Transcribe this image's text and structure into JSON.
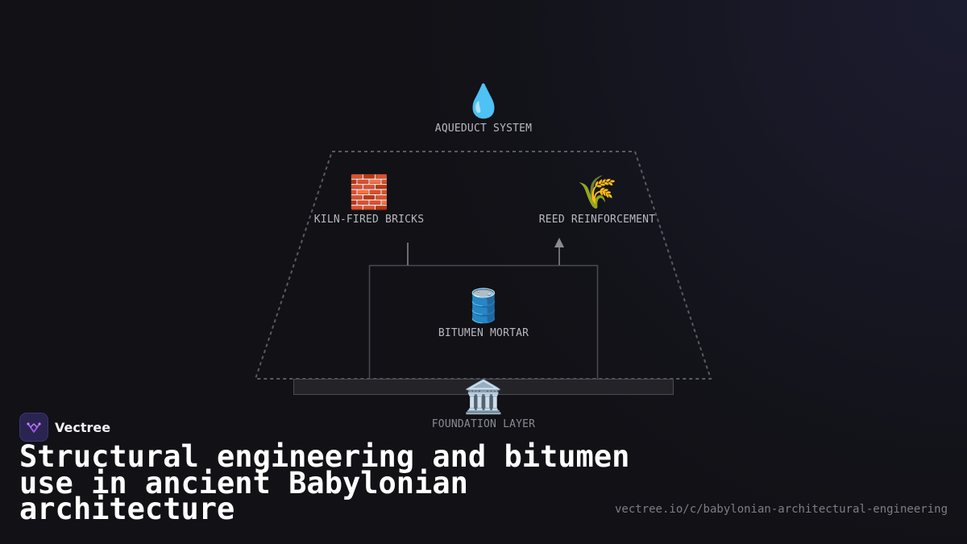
{
  "diagram": {
    "nodes": {
      "aqueduct": {
        "icon": "💧",
        "icon_name": "water-drop-icon",
        "label": "AQUEDUCT SYSTEM"
      },
      "bricks": {
        "icon": "🧱",
        "icon_name": "brick-icon",
        "label": "KILN-FIRED BRICKS"
      },
      "reed": {
        "icon": "🌾",
        "icon_name": "reed-icon",
        "label": "REED REINFORCEMENT"
      },
      "bitumen": {
        "icon": "🛢️",
        "icon_name": "oil-barrel-icon",
        "label": "BITUMEN MORTAR"
      },
      "foundation": {
        "icon": "🏛️",
        "icon_name": "classical-building-icon",
        "label": "FOUNDATION LAYER"
      }
    }
  },
  "brand": {
    "name": "Vectree",
    "logo_icon": "vectree-logo-icon",
    "accent_color": "#a855f7"
  },
  "title": "Structural engineering and bitumen use in ancient Babylonian architecture",
  "url": "vectree.io/c/babylonian-architectural-engineering",
  "colors": {
    "background": "#111116",
    "outline": "#5a5a62",
    "box_border": "#4a4a52",
    "foundation_fill": "#242428"
  }
}
